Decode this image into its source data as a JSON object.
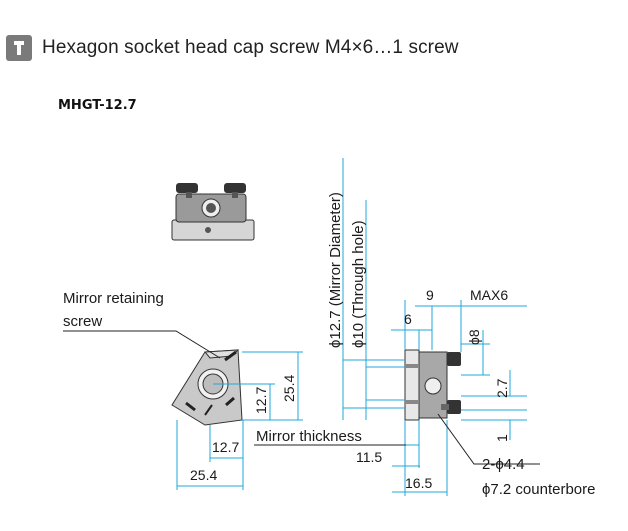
{
  "header": {
    "icon": "hex-key-icon",
    "text": "Hexagon socket head cap screw M4×6…1 screw"
  },
  "model": "MHGT-12.7",
  "labels": {
    "mirror_retaining_1": "Mirror retaining",
    "mirror_retaining_2": "screw",
    "mirror_thickness": "Mirror thickness",
    "mirror_diameter": "ϕ12.7 (Mirror Diameter)",
    "through_hole": "ϕ10 (Through hole)",
    "holes": "2-ϕ4.4",
    "counterbore": "ϕ7.2 counterbore"
  },
  "dims": {
    "front_width": "25.4",
    "front_offset": "12.7",
    "front_height": "25.4",
    "front_center": "12.7",
    "d9": "9",
    "max6": "MAX6",
    "d6": "6",
    "phi8": "ϕ8",
    "d2_7": "2.7",
    "d1": "1",
    "d11_5": "11.5",
    "d16_5": "16.5"
  },
  "colors": {
    "dimension": "#21a7d8",
    "icon_bg": "#7a7a7a"
  }
}
